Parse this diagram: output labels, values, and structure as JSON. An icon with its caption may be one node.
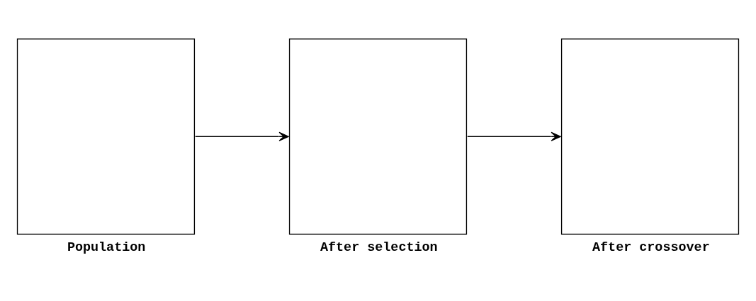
{
  "diagram": {
    "nodes": [
      {
        "text": [],
        "shape": "box",
        "beside": [
          "Population"
        ]
      },
      {
        "text": [],
        "shape": "box",
        "beside": [
          "After selection"
        ]
      },
      {
        "text": [],
        "shape": "box",
        "beside": [
          "After crossover"
        ]
      }
    ],
    "edges": [
      {
        "from": 0,
        "to": 1,
        "arrow": "to"
      },
      {
        "from": 1,
        "to": 2,
        "arrow": "to"
      }
    ]
  }
}
